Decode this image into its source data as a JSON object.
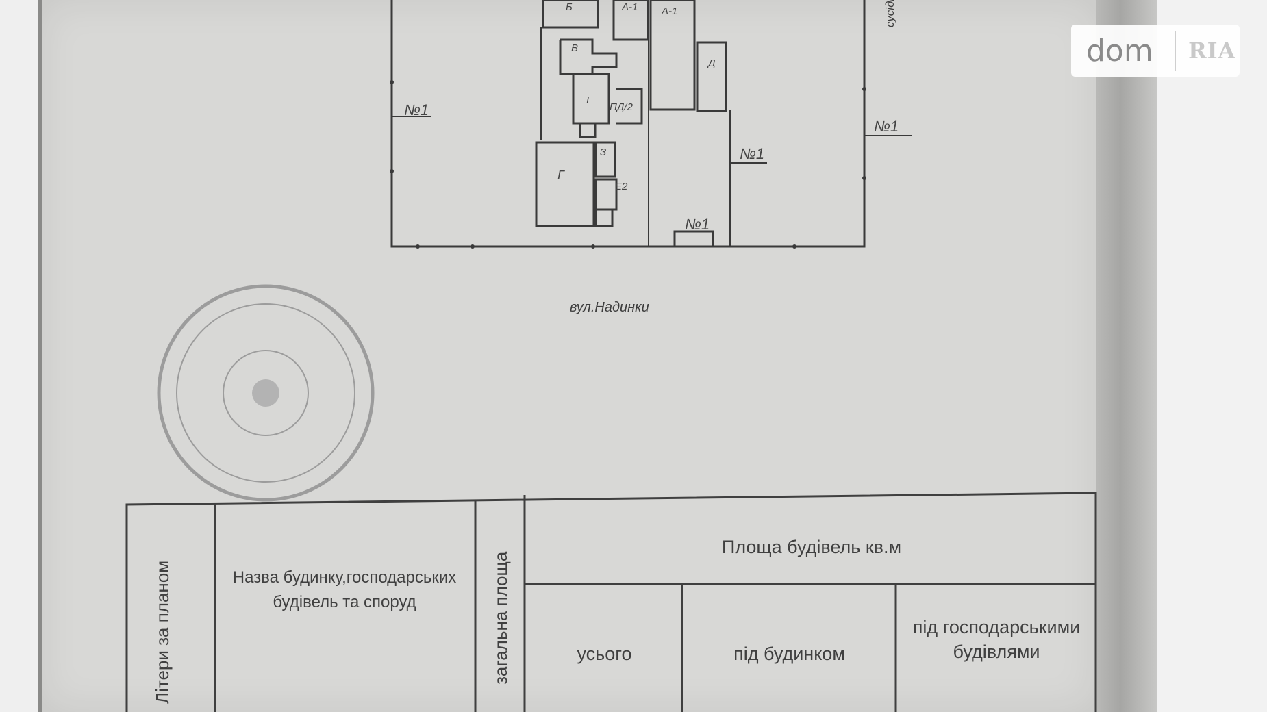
{
  "plan": {
    "street": "вул.Надинки",
    "vertical_label": "сусідню",
    "lot_labels": [
      {
        "id": "lot-left",
        "text": "№1"
      },
      {
        "id": "lot-right-outer",
        "text": "№1"
      },
      {
        "id": "lot-right-inner",
        "text": "№1"
      },
      {
        "id": "lot-bottom",
        "text": "№1"
      }
    ],
    "building_labels": [
      {
        "id": "bld-top-a",
        "text": "Б"
      },
      {
        "id": "bld-top-b",
        "text": "А-1"
      },
      {
        "id": "bld-a1",
        "text": "А-1"
      },
      {
        "id": "bld-d",
        "text": "Д"
      },
      {
        "id": "bld-v",
        "text": "В"
      },
      {
        "id": "bld-g",
        "text": "Г"
      },
      {
        "id": "bld-z",
        "text": "З"
      },
      {
        "id": "bld-pd",
        "text": "ПД/2"
      },
      {
        "id": "bld-e2",
        "text": "Е2"
      },
      {
        "id": "bld-i",
        "text": "І"
      }
    ]
  },
  "watermark": {
    "brand_left": "dom",
    "brand_right": "RIA"
  },
  "table": {
    "col_letters": "Літери за планом",
    "col_name": "Назва будинку,господарських будівель та споруд",
    "col_total_area": "загальна площа",
    "area_group_title": "Площа будівель кв.м",
    "col_all": "усього",
    "col_under_house": "під будинком",
    "col_under_farm": "під господарськими будівлями"
  },
  "colors": {
    "paper": "#d8d8d6",
    "ink": "#3d3d3d",
    "stamp": "#a8a8a8"
  }
}
